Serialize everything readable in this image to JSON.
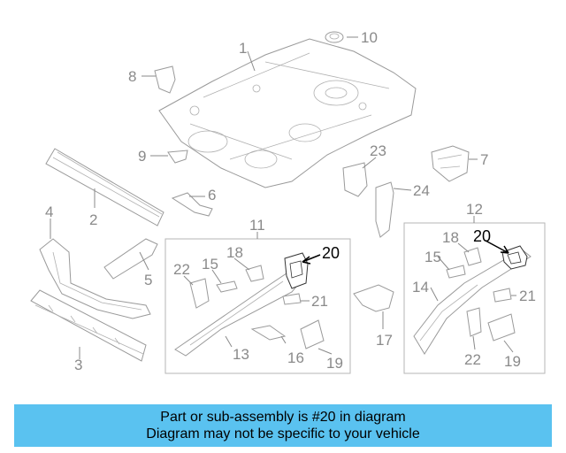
{
  "diagram": {
    "highlight_color": "#5ac2f0",
    "callouts": {
      "c1": "1",
      "c2": "2",
      "c3": "3",
      "c4": "4",
      "c5": "5",
      "c6": "6",
      "c7": "7",
      "c8": "8",
      "c9": "9",
      "c10": "10",
      "c11": "11",
      "c12": "12",
      "c13a": "13",
      "c14": "14",
      "c15a": "15",
      "c15b": "15",
      "c16": "16",
      "c17": "17",
      "c18a": "18",
      "c18b": "18",
      "c19a": "19",
      "c19b": "19",
      "c20a": "20",
      "c20b": "20",
      "c21a": "21",
      "c21b": "21",
      "c22a": "22",
      "c22b": "22",
      "c23": "23",
      "c24": "24"
    }
  },
  "banner": {
    "line1": "Part or sub-assembly is #20 in diagram",
    "line2": "Diagram may not be specific to your vehicle",
    "background": "#5ac2f0"
  }
}
